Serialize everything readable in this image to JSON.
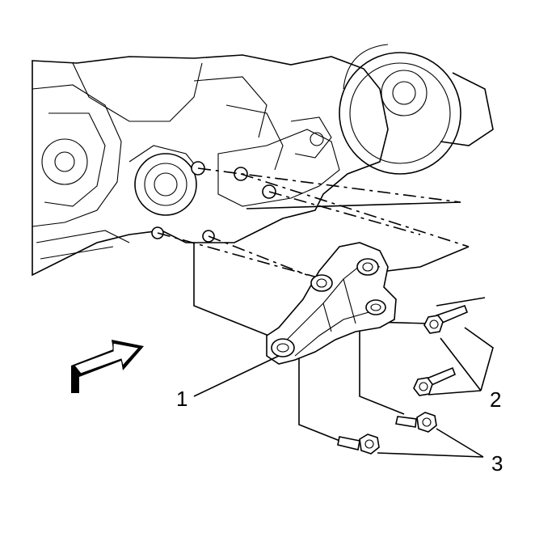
{
  "callouts": [
    {
      "id": "1",
      "label": "1"
    },
    {
      "id": "2",
      "label": "2"
    },
    {
      "id": "3",
      "label": "3"
    }
  ],
  "icons": {
    "direction": "front-direction-arrow-icon"
  }
}
